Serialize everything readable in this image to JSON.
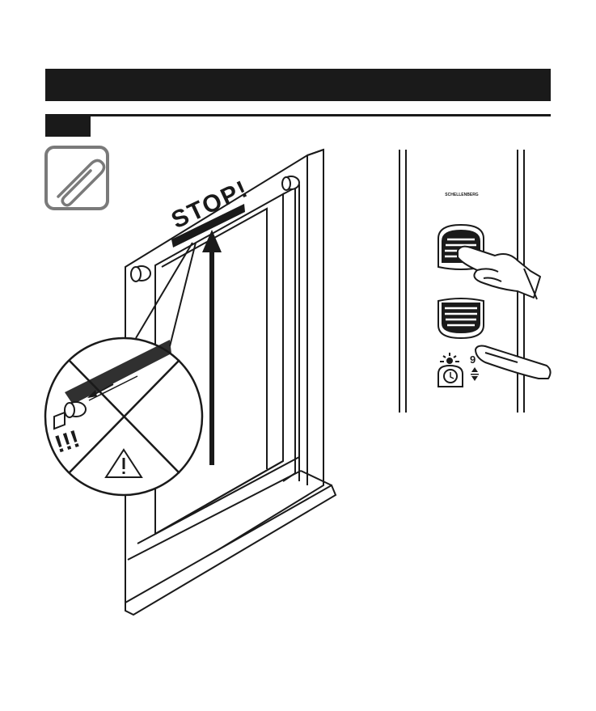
{
  "header": {
    "title": "",
    "step_label": ""
  },
  "icons": {
    "note": "paperclip-icon",
    "warning": "warning-triangle-icon",
    "clock": "clock-icon"
  },
  "illustration": {
    "stop_label": "STOP!",
    "warning_marks": "!!!",
    "brand_label": "SCHELLENBERG",
    "timer_digit": "9"
  },
  "colors": {
    "ink": "#1a1a1a",
    "icon_border": "#7a7a7a",
    "paper": "#ffffff"
  }
}
